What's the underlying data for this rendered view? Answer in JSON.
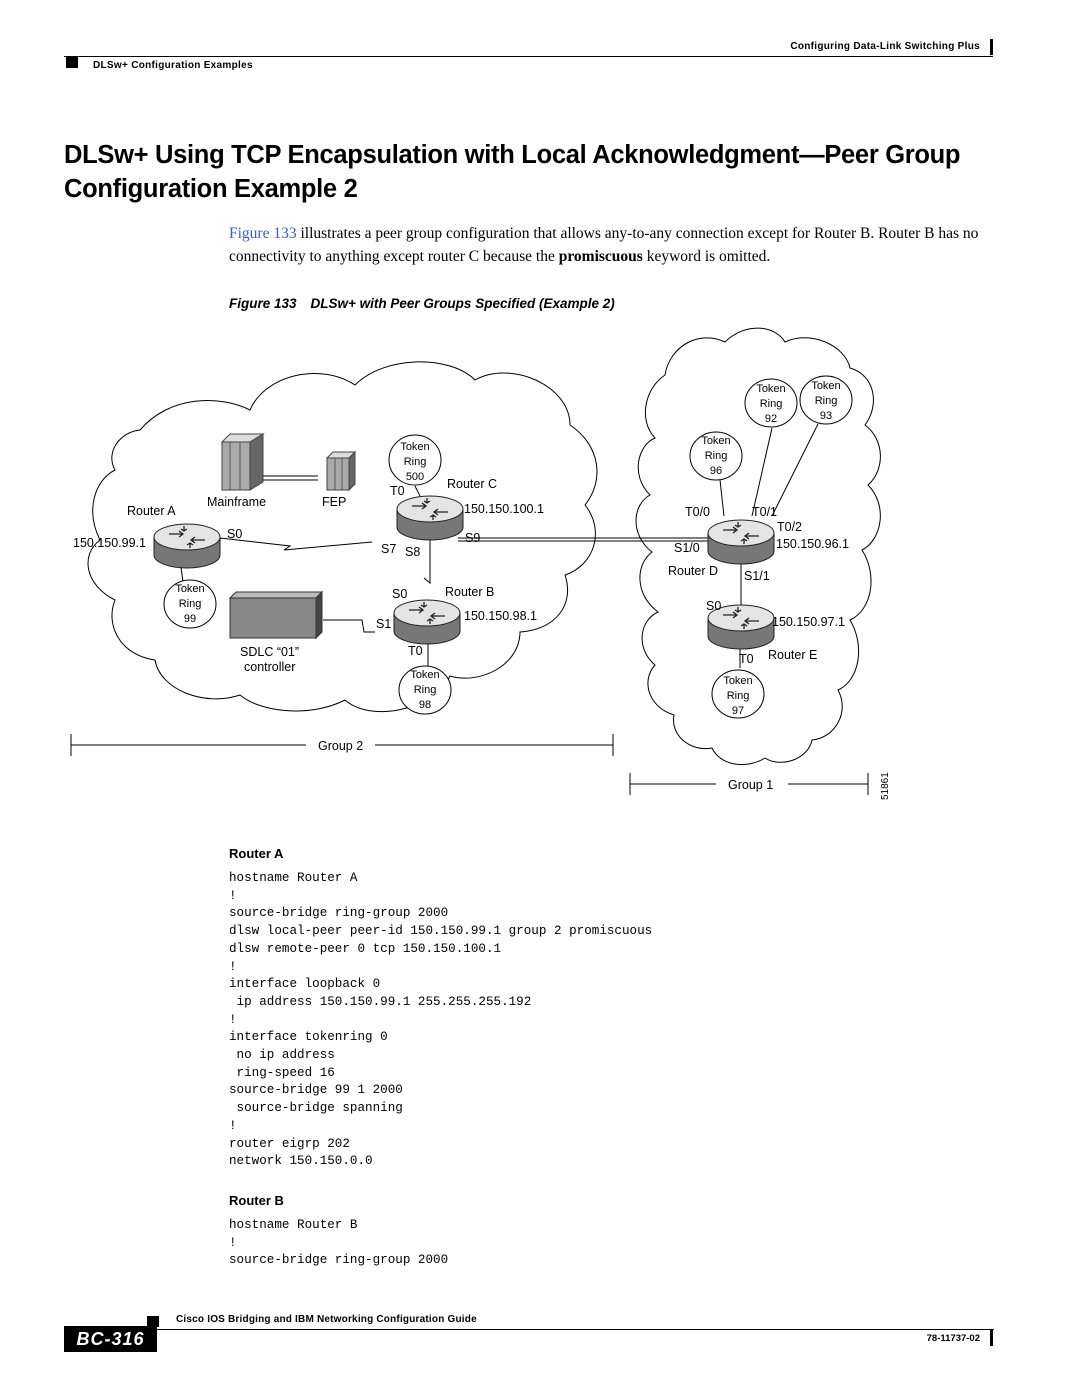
{
  "header": {
    "chapter_title": "Configuring Data-Link Switching Plus",
    "section_title": "DLSw+ Configuration Examples"
  },
  "title": "DLSw+ Using TCP Encapsulation with Local Acknowledgment—Peer Group Configuration Example 2",
  "intro": {
    "link": "Figure 133",
    "text1": " illustrates a peer group configuration that allows any-to-any connection except for Router B. Router B has no connectivity to anything except router C because the ",
    "keyword": "promiscuous",
    "text2": " keyword is omitted."
  },
  "figure": {
    "number": "Figure 133",
    "caption": "DLSw+ with Peer Groups Specified (Example 2)",
    "figure_id": "51861",
    "labels": {
      "router_a": "Router A",
      "router_a_ip": "150.150.99.1",
      "router_a_s0": "S0",
      "mainframe": "Mainframe",
      "fep": "FEP",
      "ring_99": [
        "Token",
        "Ring",
        "99"
      ],
      "sdlc": "SDLC “01”",
      "controller": "controller",
      "ring_500": [
        "Token",
        "Ring",
        "500"
      ],
      "router_c_t0": "T0",
      "router_c": "Router C",
      "router_c_ip": "150.150.100.1",
      "router_c_s7": "S7",
      "router_c_s8": "S8",
      "router_c_s9": "S9",
      "router_b_s0": "S0",
      "router_b": "Router B",
      "router_b_ip": "150.150.98.1",
      "router_b_s1": "S1",
      "router_b_t0": "T0",
      "ring_98": [
        "Token",
        "Ring",
        "98"
      ],
      "group_2": "Group 2",
      "ring_92": [
        "Token",
        "Ring",
        "92"
      ],
      "ring_93": [
        "Token",
        "Ring",
        "93"
      ],
      "ring_96": [
        "Token",
        "Ring",
        "96"
      ],
      "router_d_t00": "T0/0",
      "router_d_t01": "T0/1",
      "router_d_t02": "T0/2",
      "router_d_s10": "S1/0",
      "router_d_ip": "150.150.96.1",
      "router_d": "Router D",
      "router_d_s11": "S1/1",
      "router_e_s0": "S0",
      "router_e_ip": "150.150.97.1",
      "router_e_t0": "T0",
      "router_e": "Router E",
      "ring_97": [
        "Token",
        "Ring",
        "97"
      ],
      "group_1": "Group 1"
    }
  },
  "sections": [
    {
      "heading": "Router A",
      "code": "hostname Router A\n!\nsource-bridge ring-group 2000\ndlsw local-peer peer-id 150.150.99.1 group 2 promiscuous\ndlsw remote-peer 0 tcp 150.150.100.1\n!\ninterface loopback 0\n ip address 150.150.99.1 255.255.255.192\n!\ninterface tokenring 0\n no ip address\n ring-speed 16\nsource-bridge 99 1 2000\n source-bridge spanning\n!\nrouter eigrp 202\nnetwork 150.150.0.0"
    },
    {
      "heading": "Router B",
      "code": "hostname Router B\n!\nsource-bridge ring-group 2000"
    }
  ],
  "footer": {
    "book_title": "Cisco IOS Bridging and IBM Networking Configuration Guide",
    "page_number": "BC-316",
    "doc_number": "78-11737-02"
  }
}
